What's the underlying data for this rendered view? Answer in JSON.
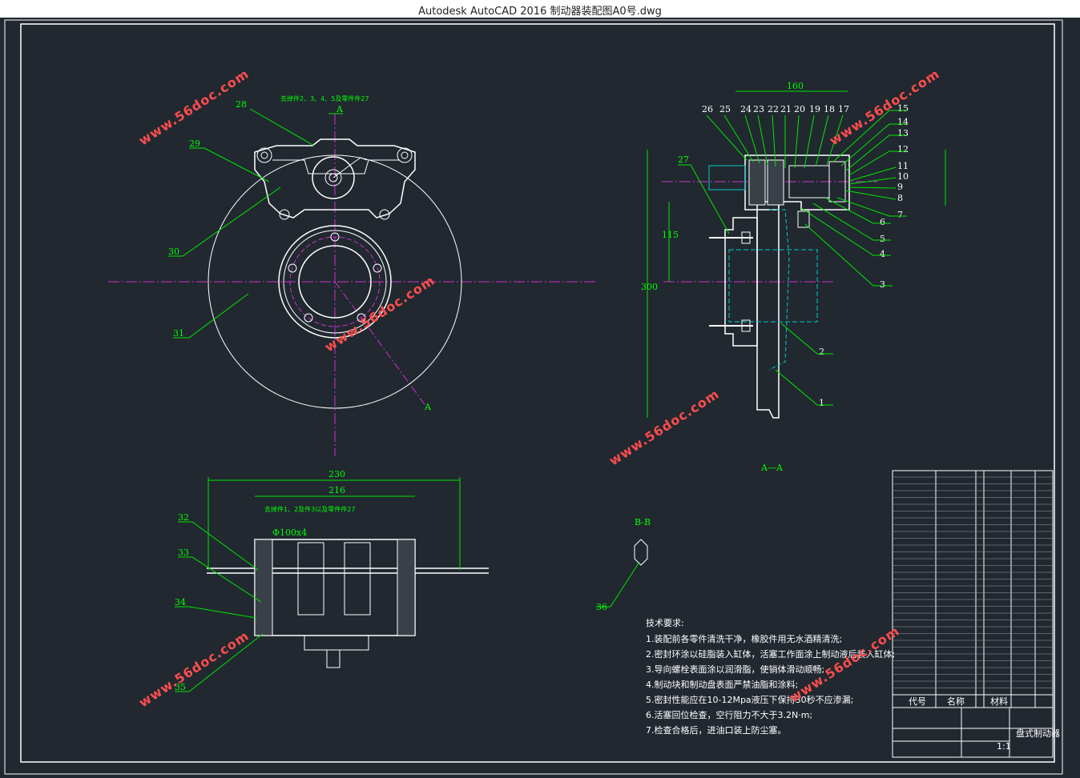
{
  "window": {
    "title": "Autodesk AutoCAD 2016    制动器装配图A0号.dwg"
  },
  "watermark": "www.56doc.com",
  "views": {
    "front": {
      "annotation": "去掉件2、3、4、5及零件件27",
      "section_mark": "A",
      "parts": [
        "28",
        "29",
        "30",
        "31"
      ]
    },
    "section": {
      "label": "A—A",
      "parts_top": [
        "26",
        "25",
        "24",
        "23",
        "22",
        "21",
        "20",
        "19",
        "18",
        "17"
      ],
      "parts_right": [
        "15",
        "14",
        "13",
        "12",
        "11",
        "10",
        "9",
        "8",
        "7",
        "6",
        "5",
        "4",
        "3",
        "2",
        "1"
      ],
      "parts_left": [
        "27"
      ],
      "dim_top": "160",
      "dim_left": "115",
      "dim_left_total": "300"
    },
    "bottom": {
      "annotation": "去掉件1、2及件3以及零件件27",
      "dim_overall": "230",
      "dim_inner": "216",
      "dim_small": "Φ100x4",
      "parts": [
        "32",
        "33",
        "34",
        "35"
      ]
    },
    "detail": {
      "label": "B-B",
      "part": "36"
    }
  },
  "requirements": {
    "heading": "技术要求:",
    "items": [
      "1.装配前各零件清洗干净，橡胶件用无水酒精清洗;",
      "2.密封环涂以硅脂装入缸体，活塞工作面涂上制动液后装入缸体;",
      "3.导向螺栓表面涂以润滑脂，使销体滑动顺畅;",
      "4.制动块和制动盘表面严禁油脂和涂料;",
      "5.密封性能应在10-12Mpa液压下保持30秒不应渗漏;",
      "6.活塞回位检查，空行阻力不大于3.2N·m;",
      "7.检查合格后，进油口装上防尘塞。"
    ]
  },
  "titleblock": {
    "col_code": "代号",
    "col_name": "名称",
    "col_material": "材料",
    "drawing_name": "盘式制动器",
    "scale": "1:1"
  },
  "colors": {
    "background": "#212830",
    "outline": "#ffffff",
    "leader": "#00e600",
    "centerline": "#cc33cc",
    "hidden": "#00cccc",
    "watermark": "#ff4d4d"
  }
}
